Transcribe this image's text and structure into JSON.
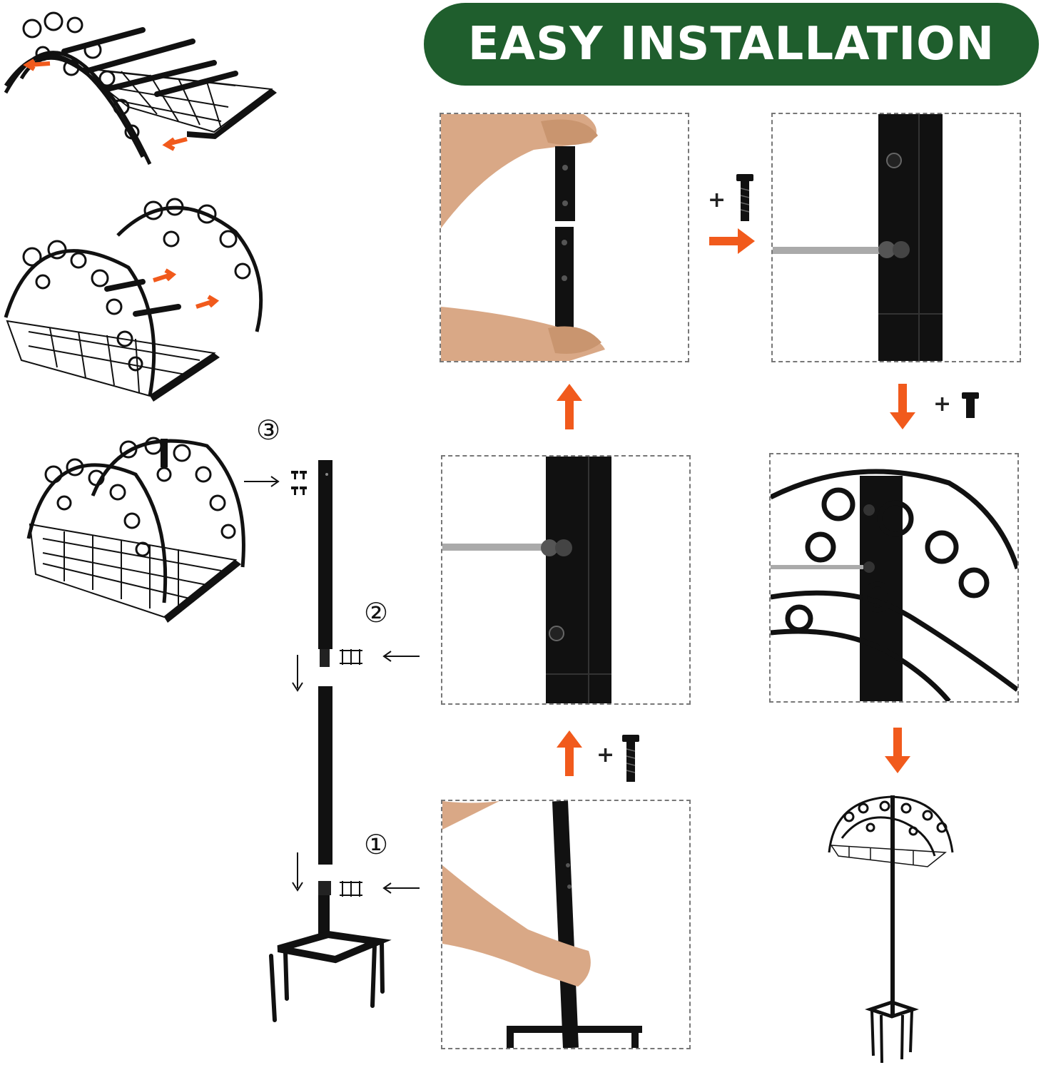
{
  "title": "EASY INSTALLATION",
  "colors": {
    "banner": "#1f5e2d",
    "banner_text": "#ffffff",
    "arrow": "#f15a1c",
    "metal": "#111111",
    "skin": "#d9a886"
  },
  "steps": [
    {
      "label": "①",
      "part": "lower-pole-to-base"
    },
    {
      "label": "②",
      "part": "middle-pole-join"
    },
    {
      "label": "③",
      "part": "rack-to-pole-top"
    }
  ],
  "plus_symbols": [
    "+",
    "+",
    "+"
  ],
  "icons": [
    "screw-icon",
    "arrow-right-icon",
    "arrow-up-icon",
    "arrow-down-icon"
  ]
}
